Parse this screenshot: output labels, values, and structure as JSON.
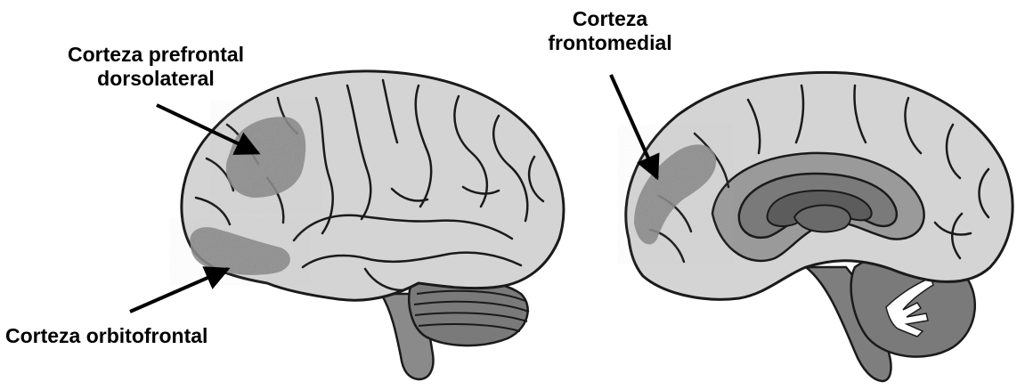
{
  "labels": {
    "dorsolateral_line1": "Corteza prefrontal",
    "dorsolateral_line2": "dorsolateral",
    "orbitofrontal": "Corteza orbitofrontal",
    "frontomedial_line1": "Corteza",
    "frontomedial_line2": "frontomedial"
  },
  "colors": {
    "brain_fill": "#d4d4d4",
    "highlight": "#8c8c8c",
    "outline": "#1a1a1a",
    "inner_dark": "#6e6e6e",
    "inner_mid": "#9a9a9a",
    "cerebellum": "#7a7a7a"
  }
}
